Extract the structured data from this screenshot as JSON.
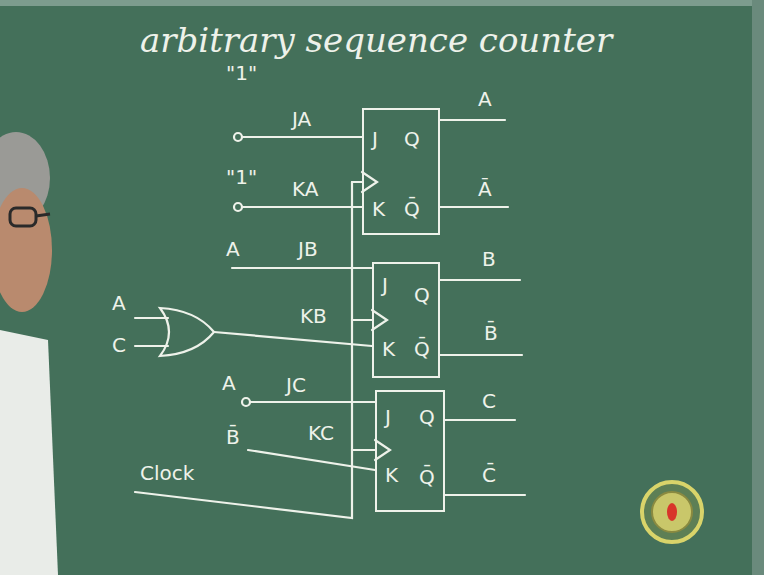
{
  "diagram": {
    "title": "arbitrary sequence counter",
    "nodes": [
      {
        "text": [
          "J",
          "Q",
          "K",
          "Q̄"
        ]
      },
      {
        "text": [
          "J",
          "Q",
          "K",
          "Q̄"
        ]
      },
      {
        "text": [
          "J",
          "Q",
          "K",
          "Q̄"
        ]
      }
    ],
    "labels": [
      "\"1\"",
      "JA",
      "A",
      "\"1\"",
      "KA",
      "Ā",
      "A",
      "JB",
      "B",
      "A",
      "C",
      "KB",
      "B̄",
      "A",
      "JC",
      "C",
      "B̄",
      "KC",
      "C̄",
      "Clock"
    ]
  }
}
